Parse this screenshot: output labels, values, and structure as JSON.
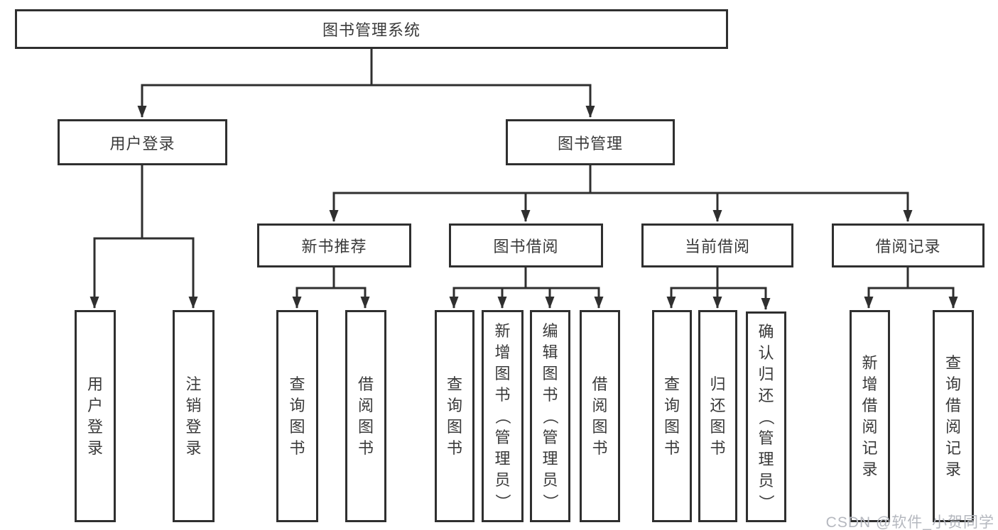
{
  "diagram": {
    "root": {
      "label": "图书管理系统"
    },
    "level2": {
      "user_login": {
        "label": "用户登录"
      },
      "book_mgmt": {
        "label": "图书管理"
      }
    },
    "level3": {
      "new_book_rec": {
        "label": "新书推荐"
      },
      "book_borrow": {
        "label": "图书借阅"
      },
      "current_borrow": {
        "label": "当前借阅"
      },
      "borrow_record": {
        "label": "借阅记录"
      }
    },
    "leaves": {
      "user_login_leaf": {
        "label": "用户登录"
      },
      "logout_leaf": {
        "label": "注销登录"
      },
      "rec_query_book": {
        "label": "查询图书"
      },
      "rec_borrow_book": {
        "label": "借阅图书"
      },
      "bb_query_book": {
        "label": "查询图书"
      },
      "bb_add_book": {
        "label": "新增图书（管理员）"
      },
      "bb_edit_book": {
        "label": "编辑图书（管理员）"
      },
      "bb_borrow_book": {
        "label": "借阅图书"
      },
      "cb_query_book": {
        "label": "查询图书"
      },
      "cb_return_book": {
        "label": "归还图书"
      },
      "cb_confirm_return": {
        "label": "确认归还（管理员）"
      },
      "br_add_record": {
        "label": "新增借阅记录"
      },
      "br_query_record": {
        "label": "查询借阅记录"
      }
    },
    "watermark": "CSDN @软件_小贺同学",
    "colors": {
      "line": "#333333",
      "text": "#3a3a3a",
      "watermark": "#b5b8bf",
      "background": "#ffffff"
    }
  }
}
